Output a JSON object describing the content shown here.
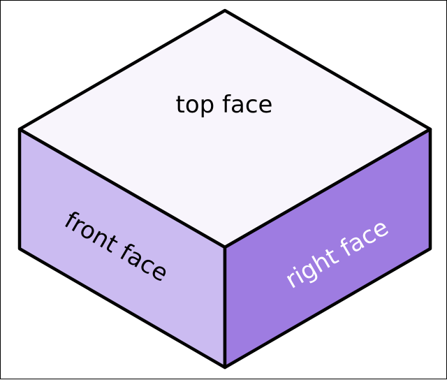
{
  "labels": {
    "top": "top face",
    "front": "front face",
    "right": "right face"
  },
  "colors": {
    "top": "#f8f5fc",
    "front": "#cbbbf1",
    "right": "#9e7ce1",
    "outline": "#000000",
    "front_text": "#000000",
    "right_text": "#ffffff"
  }
}
